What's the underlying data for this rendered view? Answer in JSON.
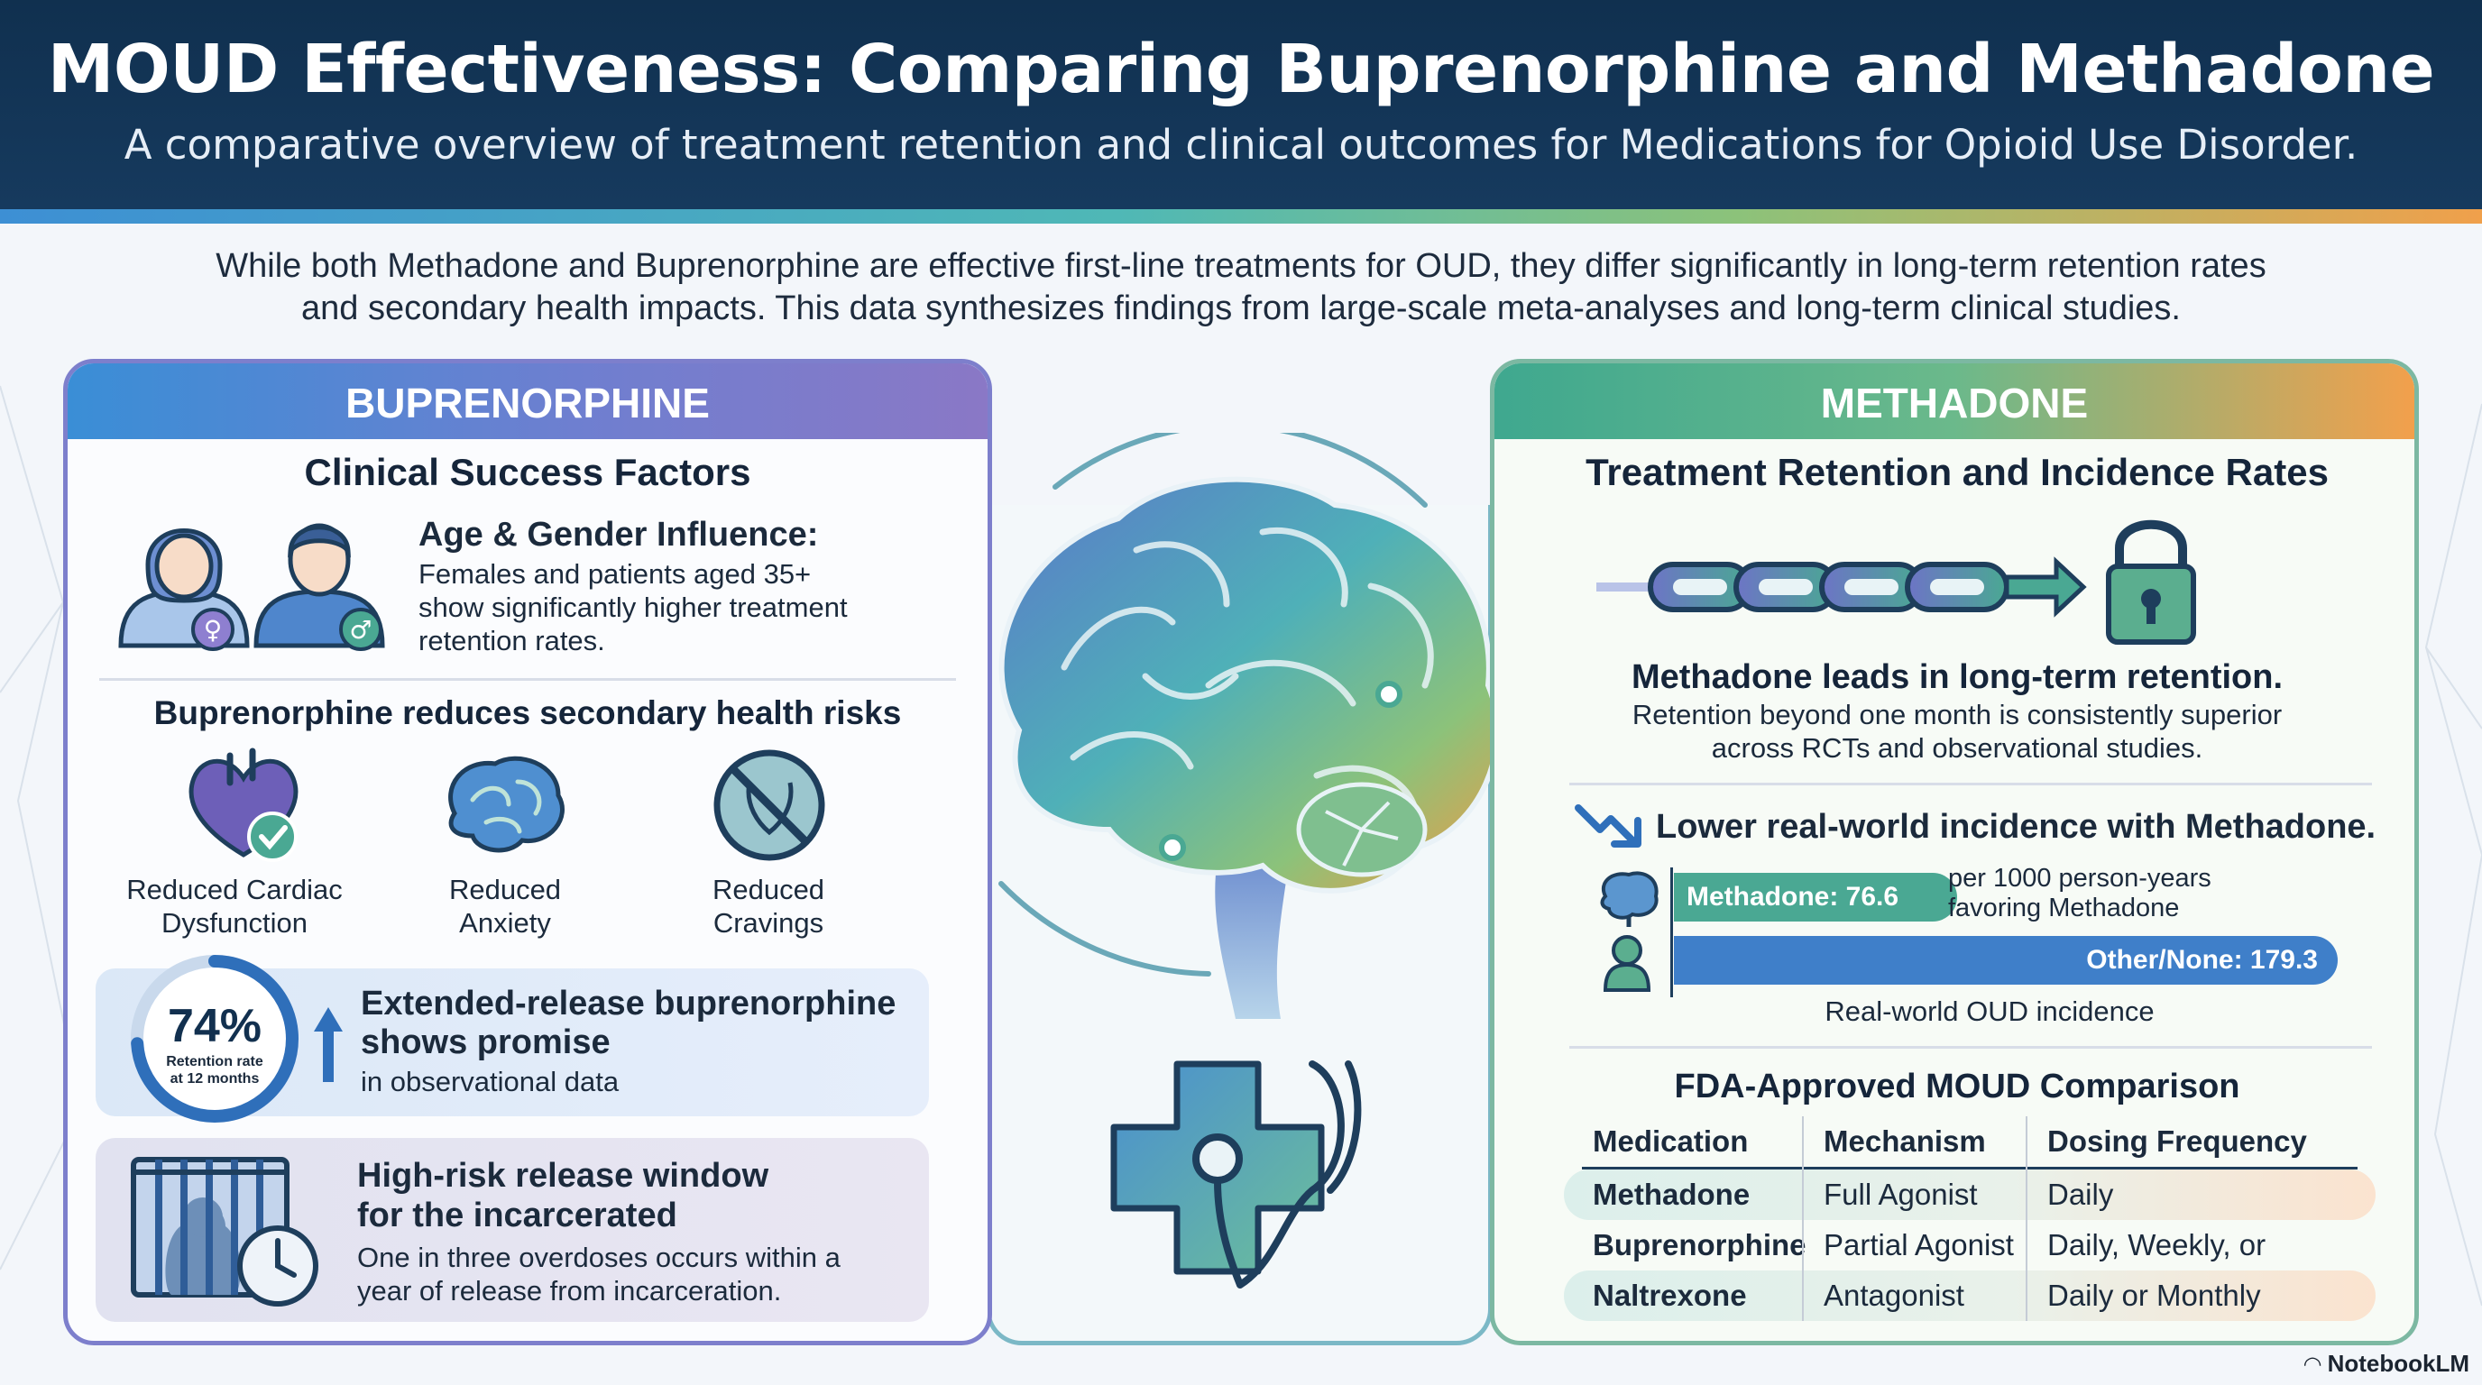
{
  "header": {
    "title": "MOUD Effectiveness: Comparing Buprenorphine and Methadone",
    "subtitle": "A comparative overview of treatment retention and clinical outcomes for Medications for Opioid Use Disorder."
  },
  "intro": {
    "line1": "While both Methadone and Buprenorphine are effective first-line treatments for OUD, they differ significantly in long-term retention rates",
    "line2": "and secondary health impacts. This data synthesizes findings from large-scale meta-analyses and long-term clinical studies."
  },
  "buprenorphine": {
    "header": "BUPRENORPHINE",
    "section_title": "Clinical Success Factors",
    "age_gender": {
      "title": "Age & Gender Influence:",
      "line1": "Females and patients aged 35+",
      "line2": "show significantly higher treatment",
      "line3": "retention rates."
    },
    "risks": {
      "title": "Buprenorphine reduces secondary health risks",
      "items": [
        {
          "line1": "Reduced Cardiac",
          "line2": "Dysfunction",
          "icon": "heart-check-icon"
        },
        {
          "line1": "Reduced",
          "line2": "Anxiety",
          "icon": "brain-icon"
        },
        {
          "line1": "Reduced",
          "line2": "Cravings",
          "icon": "no-cravings-icon"
        }
      ]
    },
    "extended": {
      "percent": "74%",
      "percent_value": 0.74,
      "caption1": "Retention rate",
      "caption2": "at 12 months",
      "title1": "Extended-release buprenorphine",
      "title2": "shows promise",
      "note": "in observational data"
    },
    "release": {
      "title1": "High-risk release window",
      "title2": "for the incarcerated",
      "line1": "One in three overdoses occurs within a",
      "line2": "year of release from incarceration."
    }
  },
  "methadone": {
    "header": "METHADONE",
    "section_title": "Treatment Retention and Incidence Rates",
    "retention": {
      "title": "Methadone leads in long-term retention.",
      "line1": "Retention beyond one month is consistently superior",
      "line2": "across RCTs and observational studies."
    },
    "incidence": {
      "title": "Lower real-world incidence with Methadone.",
      "note1": "per 1000 person-years",
      "note2": "favoring Methadone",
      "caption": "Real-world OUD incidence",
      "bars": [
        {
          "label": "Methadone: 76.6",
          "value": 76.6,
          "color": "#4aa893"
        },
        {
          "label": "Other/None: 179.3",
          "value": 179.3,
          "color": "#3f7fc9"
        }
      ]
    },
    "table": {
      "title": "FDA-Approved MOUD Comparison",
      "headers": [
        "Medication",
        "Mechanism",
        "Dosing Frequency"
      ],
      "rows": [
        [
          "Methadone",
          "Full Agonist",
          "Daily"
        ],
        [
          "Buprenorphine",
          "Partial Agonist",
          "Daily, Weekly, or Monthly"
        ],
        [
          "Naltrexone",
          "Antagonist",
          "Daily or Monthly"
        ]
      ]
    }
  },
  "brand": "NotebookLM"
}
